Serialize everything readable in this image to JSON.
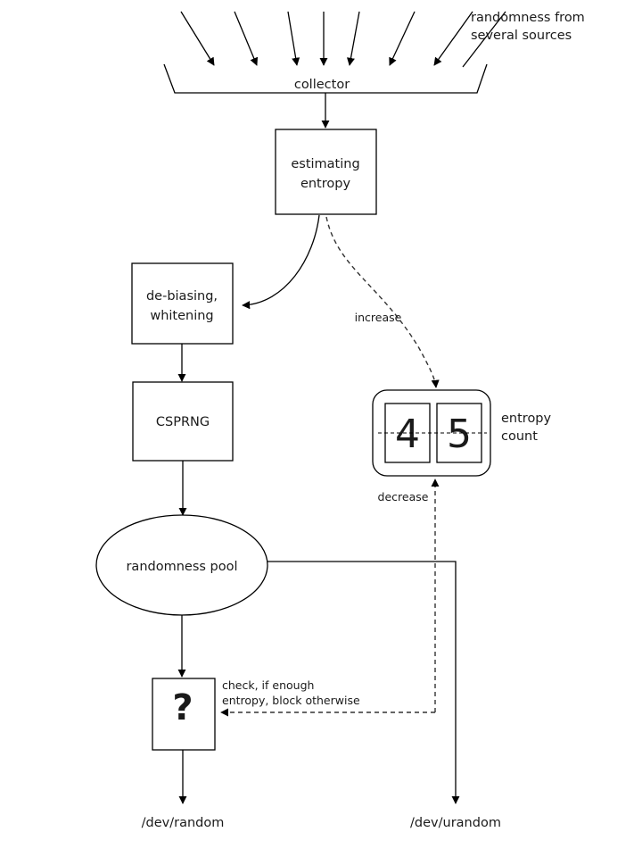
{
  "diagram": {
    "title": "Linux kernel randomness architecture",
    "background_color": "#ffffff",
    "line_color": "#000000",
    "dashed_line_color": "#333333",
    "text_color": "#1a1a1a"
  },
  "nodes": {
    "collector": {
      "label": "collector",
      "shape": "funnel"
    },
    "sources_note": {
      "line1": "randomness from",
      "line2": "several sources"
    },
    "estimating_entropy": {
      "line1": "estimating",
      "line2": "entropy",
      "shape": "rectangle"
    },
    "debiasing": {
      "line1": "de-biasing,",
      "line2": "whitening",
      "shape": "rectangle"
    },
    "csprng": {
      "label": "CSPRNG",
      "shape": "rectangle"
    },
    "pool": {
      "label": "randomness pool",
      "shape": "ellipse"
    },
    "check": {
      "label": "?",
      "shape": "rectangle"
    },
    "entropy_count": {
      "caption_line1": "entropy",
      "caption_line2": "count",
      "digits": [
        "4",
        "5"
      ],
      "shape": "rounded-rectangle"
    }
  },
  "edge_labels": {
    "increase": "increase",
    "decrease": "decrease",
    "check_note_line1": "check, if enough",
    "check_note_line2": "entropy, block otherwise"
  },
  "outputs": {
    "random": "/dev/random",
    "urandom": "/dev/urandom"
  },
  "source_arrow_count": 7
}
